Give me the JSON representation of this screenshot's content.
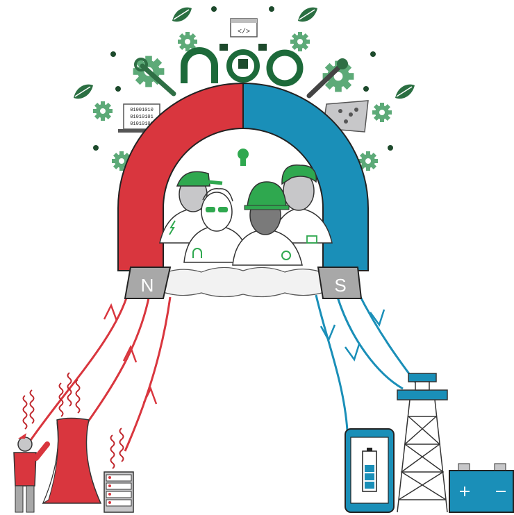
{
  "magnet": {
    "north_label": "N",
    "south_label": "S",
    "north_color": "#d9363e",
    "south_color": "#1a8fb8",
    "pole_tip_color": "#a8a8a8"
  },
  "code_window": {
    "code_text": "</>"
  },
  "binary_laptop": {
    "lines": [
      "01001010",
      "01010101",
      "01010101"
    ]
  },
  "colors": {
    "gear_green": "#5daa78",
    "dark_green": "#1d6a3a",
    "hat_green": "#2fa84f",
    "outline": "#3a3a3a",
    "grey": "#c7c7c9"
  },
  "icons": [
    "leaf-icon",
    "gear-icon",
    "wrench-icon",
    "magnet-icon",
    "lightbulb-icon",
    "laptop-icon",
    "code-window-icon",
    "smartphone-icon",
    "battery-icon",
    "oil-derrick-icon",
    "car-battery-icon",
    "cooling-tower-icon",
    "server-rack-icon",
    "person-icon"
  ]
}
